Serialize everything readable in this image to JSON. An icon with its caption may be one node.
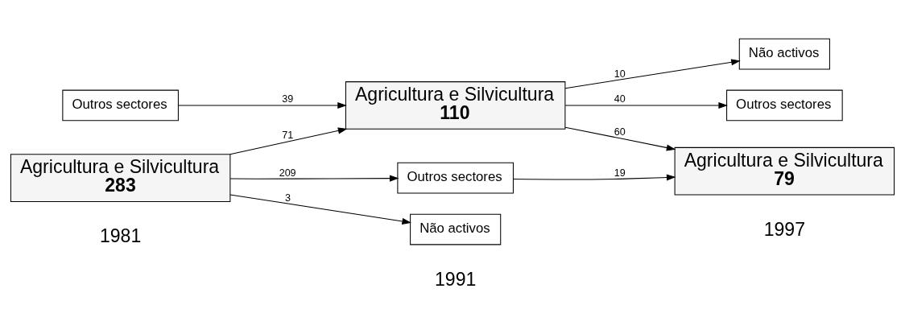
{
  "diagram": {
    "nodes": [
      {
        "text": [
          "Outros sectores"
        ]
      },
      {
        "text": [
          "Agricultura e Silvicultura",
          "283"
        ]
      },
      {
        "text": [
          "Agricultura e Silvicultura",
          "110"
        ]
      },
      {
        "text": [
          "Outros sectores"
        ]
      },
      {
        "text": [
          "Não activos"
        ]
      },
      {
        "text": [
          "Não activos"
        ]
      },
      {
        "text": [
          "Outros sectores"
        ]
      },
      {
        "text": [
          "Agricultura e Silvicultura",
          "79"
        ]
      }
    ],
    "edges": [
      {
        "from": 0,
        "to": 2,
        "arrow": "to",
        "label": "39"
      },
      {
        "from": 1,
        "to": 2,
        "arrow": "to",
        "label": "71"
      },
      {
        "from": 1,
        "to": 3,
        "arrow": "to",
        "label": "209"
      },
      {
        "from": 1,
        "to": 4,
        "arrow": "to",
        "label": "3"
      },
      {
        "from": 2,
        "to": 5,
        "arrow": "to",
        "label": "10"
      },
      {
        "from": 2,
        "to": 6,
        "arrow": "to",
        "label": "40"
      },
      {
        "from": 2,
        "to": 7,
        "arrow": "to",
        "label": "60"
      },
      {
        "from": 3,
        "to": 7,
        "arrow": "to",
        "label": "19"
      }
    ],
    "labels": [
      "1981",
      "1991",
      "1997"
    ]
  }
}
